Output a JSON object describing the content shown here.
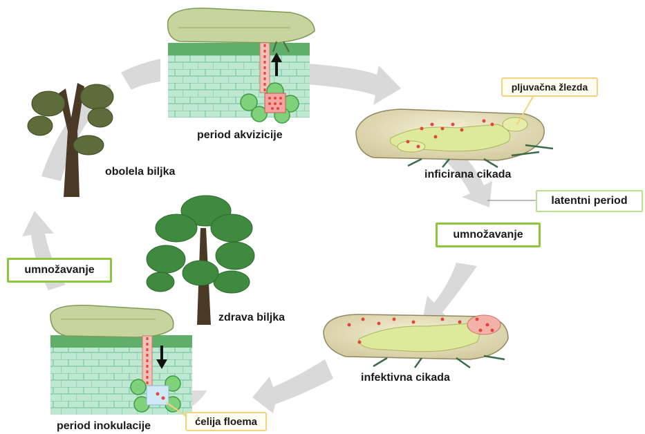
{
  "labels": {
    "acquisition": "period akvizicije",
    "infected": "inficirana cikada",
    "latent": "latentni period",
    "multiply_right": "umnožavanje",
    "multiply_left": "umnožavanje",
    "infective": "infektivna cikada",
    "inoculation": "period inokulacije",
    "phloem_cell": "ćelija floema",
    "healthy": "zdrava biljka",
    "diseased": "obolela biljka",
    "salivary": "pljuvačna žlezda"
  },
  "colors": {
    "cycle_arrow": "#d9d9d9",
    "leaf_tissue": "#b6e3cc",
    "insect_body": "#e8e2b8",
    "pathogen": "#e0463c",
    "tree_foliage": "#3f8a3f",
    "box_border_green": "#8cc63f",
    "box_border_yellow": "#f2d27a"
  }
}
